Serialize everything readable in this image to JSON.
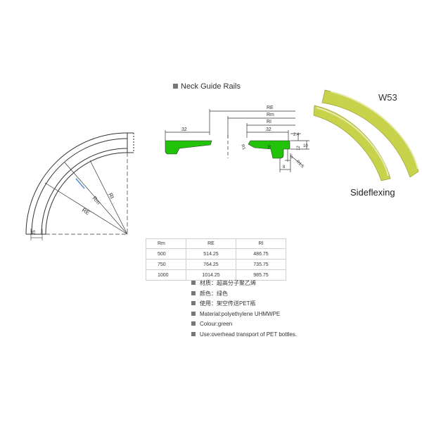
{
  "section_title": "Neck Guide Rails",
  "product_code": "W53",
  "product_type": "Sideflexing",
  "colors": {
    "rail_green": "#22c10a",
    "product_yellow": "#c8d24a",
    "line": "#333333"
  },
  "curve_drawing": {
    "labels": {
      "r_inner": "RI",
      "r_mid": "Rm",
      "r_outer": "RE",
      "width": "25"
    }
  },
  "profile_drawing": {
    "labels": {
      "re": "RE",
      "rm": "Rm",
      "ri": "RI",
      "left_width": "32",
      "right_width": "32",
      "d_24": "2.4",
      "d_10": "10",
      "d_12": "12",
      "d_5": "5",
      "d_8": "8",
      "d_15": "R1.5",
      "d_r1": "R1",
      "d_r": "R"
    }
  },
  "table": {
    "headers": [
      "Rm",
      "RE",
      "RI"
    ],
    "rows": [
      [
        "500",
        "514.25",
        "486.75"
      ],
      [
        "750",
        "764.25",
        "735.75"
      ],
      [
        "1000",
        "1014.25",
        "985.75"
      ]
    ]
  },
  "notes": [
    "材质：超高分子聚乙烯",
    "颜色：绿色",
    "使用：架空传送PET瓶",
    "Material:polyethylene UHMWPE",
    "Colour:green",
    "Use:overhead transport of PET bottles."
  ]
}
